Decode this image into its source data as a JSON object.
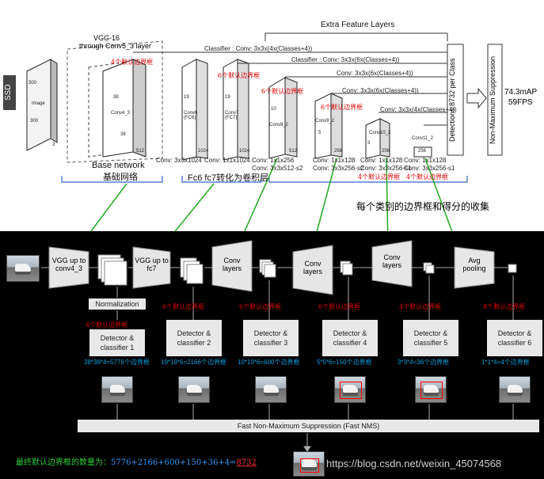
{
  "top": {
    "ssd_label": "SSD",
    "extra_feature_layers": "Extra Feature Layers",
    "vgg_line1": "VGG-16",
    "vgg_line2": "through Conv5_3 layer",
    "image_label": "Image",
    "image_dim_w": "300",
    "image_dim_h": "300",
    "image_depth": "3",
    "conv4_label": "Conv4_3",
    "conv4_w": "38",
    "conv4_h": "38",
    "conv4_d": "512",
    "fc6_label": "Conv6 (FC6)",
    "fc6_dim": "19",
    "fc6_d": "1024",
    "fc7_label": "Conv7 (FC7)",
    "fc7_dim": "19",
    "fc7_d": "1024",
    "conv8_label": "Conv8_2",
    "conv8_dim": "10",
    "conv8_d": "512",
    "conv9_label": "Conv9_2",
    "conv9_dim": "5",
    "conv9_d": "256",
    "conv10_label": "Conv10_2",
    "conv10_dim": "3",
    "conv10_d": "256",
    "conv11_label": "Conv11_2",
    "conv11_d": "256",
    "classifier1": "Classifier : Conv: 3x3x(4x(Classes+4))",
    "classifier2": "Classifier : Conv: 3x3x(6x(Classes+4))",
    "classifier3": "Conv: 3x3x(6x(Classes+4))",
    "classifier4": "Conv: 3x3x(6x(Classes+4))",
    "classifier5": "Conv: 3x3x(4x(Classes+4))",
    "detections": "Detections:8732 per Class",
    "nms": "Non-Maximum Suppression",
    "map": "74.3mAP",
    "fps": "59FPS",
    "conv_a": "Conv: 3x3x1024",
    "conv_b": "Conv: 1x1x1024",
    "conv_c1": "Conv: 1x1x256",
    "conv_c2": "Conv: 3x3x512-s2",
    "conv_d1": "Conv: 1x1x128",
    "conv_d2": "Conv: 3x3x256-s2",
    "conv_e1": "Conv: 1x1x128",
    "conv_e2": "Conv: 3x3x256-s1",
    "conv_f1": "Conv: 1x1x128",
    "conv_f2": "Conv: 3x3x256-s1",
    "red4a": "4个默认边界框",
    "red6a": "6个默认边界框",
    "red6b": "6个默认边界框",
    "red6c": "6个默认边界框",
    "red4b": "4个默认边界框",
    "red4c": "4个默认边界框",
    "base_network": "Base network",
    "base_network_cn": "基础网络",
    "fc_note": "Fc6 fc7转化为卷积层",
    "collect_note": "每个类别的边界框和得分的收集"
  },
  "bottom": {
    "vgg_conv4": "VGG up to conv4_3",
    "vgg_fc7": "VGG up to fc7",
    "conv_layers": "Conv layers",
    "avg_pooling": "Avg pooling",
    "normalization": "Normalization",
    "detectors": [
      {
        "label": "Detector & classifier 1",
        "red": "4个默认边界框",
        "blue": "38*38*4=5776个边界框"
      },
      {
        "label": "Detector & classifier 2",
        "red": "6个默认边界框",
        "blue": "19*19*6=2166个边界框"
      },
      {
        "label": "Detector & classifier 3",
        "red": "6个默认边界框",
        "blue": "10*10*6=600个边界框"
      },
      {
        "label": "Detector & classifier 4",
        "red": "6个默认边界框",
        "blue": "5*5*6=150个边界框"
      },
      {
        "label": "Detector & classifier 5",
        "red": "4个默认边界框",
        "blue": "3*3*4=36个边界框"
      },
      {
        "label": "Detector & classifier 6",
        "red": "4个默认边界框",
        "blue": "1*1*4=4个边界框"
      }
    ],
    "fast_nms": "Fast Non-Maximum Suppression (Fast NMS)",
    "final_prefix": "最终默认边界框的数量为：",
    "final_sum": "5776+2166+600+150+36+4=",
    "final_total": "8732",
    "watermark": "https://blog.csdn.net/weixin_45074568"
  },
  "colors": {
    "arrow_green": "#22aa22",
    "red": "#e00000",
    "blue": "#00a0e0",
    "bracket_blue": "#3366cc"
  }
}
